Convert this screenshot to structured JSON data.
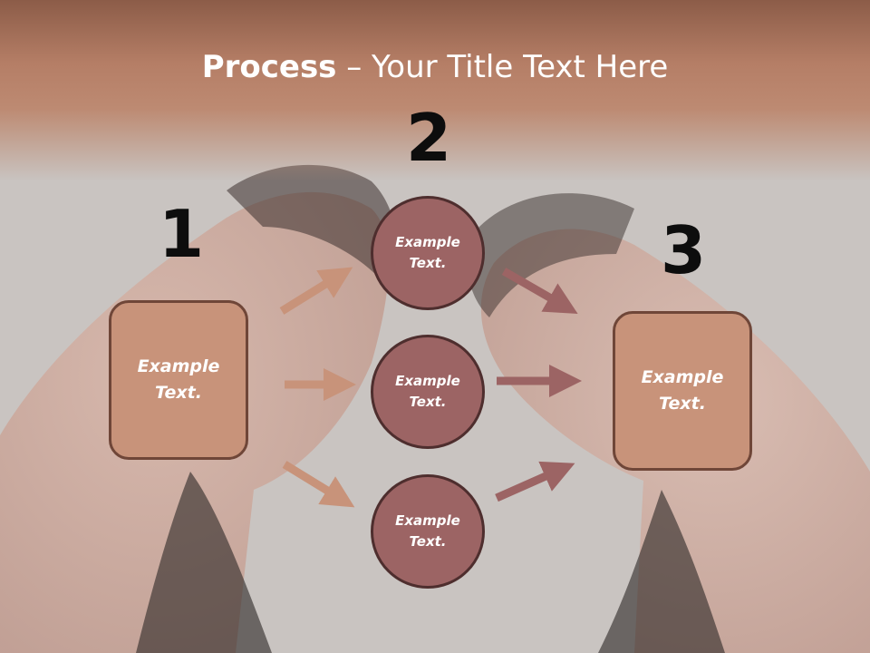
{
  "title": {
    "bold": "Process",
    "rest": " – Your Title Text Here"
  },
  "steps": [
    {
      "number": "1"
    },
    {
      "number": "2"
    },
    {
      "number": "3"
    }
  ],
  "left_box": {
    "text": "Example Text."
  },
  "circles": [
    {
      "text": "Example Text."
    },
    {
      "text": "Example Text."
    },
    {
      "text": "Example Text."
    }
  ],
  "right_box": {
    "text": "Example Text."
  },
  "colors": {
    "box_fill": "#c8937a",
    "circle_fill": "#9c6464",
    "arrow_left": "#c8937a",
    "arrow_right": "#9c6464"
  }
}
